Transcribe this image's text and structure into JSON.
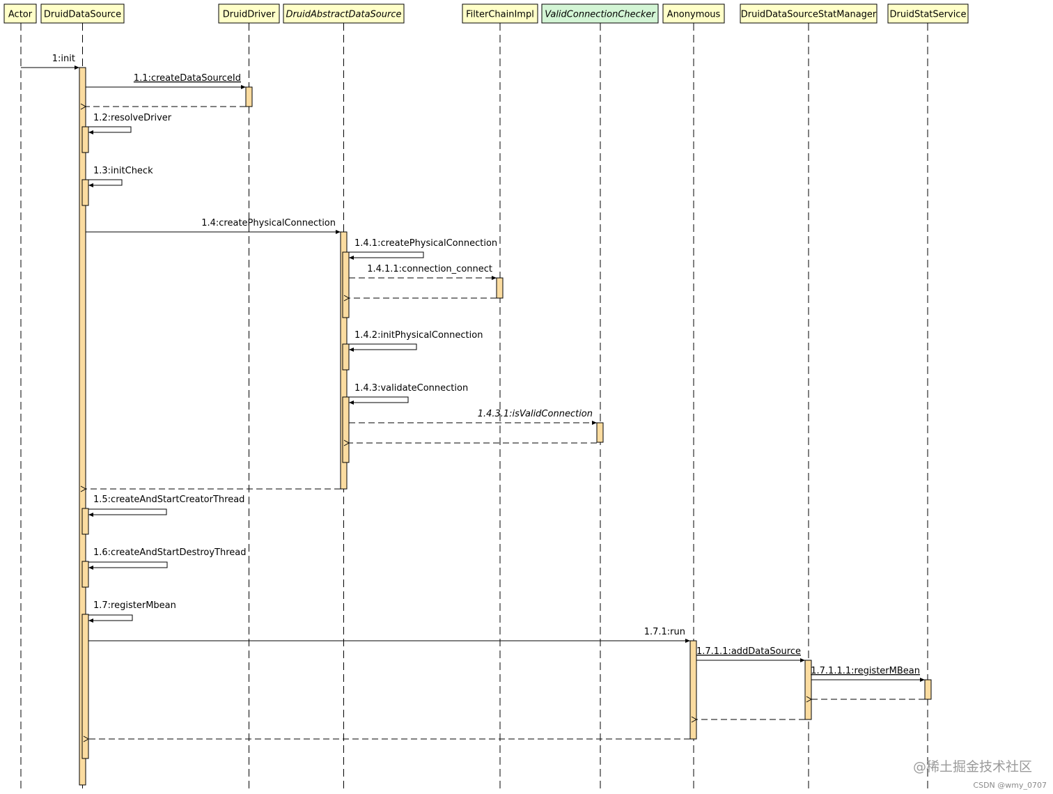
{
  "diagram_type": "UML sequence diagram",
  "colors": {
    "header_fill": "#ffffc8",
    "header_highlight_fill": "#d3f5d5",
    "activation_fill": "#fbdca0",
    "line": "#000000"
  },
  "participants": [
    {
      "id": "actor",
      "label": "Actor"
    },
    {
      "id": "druid-data-source",
      "label": "DruidDataSource"
    },
    {
      "id": "druid-driver",
      "label": "DruidDriver"
    },
    {
      "id": "druid-abstract-data-source",
      "label": "DruidAbstractDataSource",
      "italic": true
    },
    {
      "id": "filter-chain-impl",
      "label": "FilterChainImpl"
    },
    {
      "id": "valid-connection-checker",
      "label": "ValidConnectionChecker",
      "italic": true,
      "highlight": true
    },
    {
      "id": "anonymous",
      "label": "Anonymous"
    },
    {
      "id": "druid-data-source-stat-manager",
      "label": "DruidDataSourceStatManager"
    },
    {
      "id": "druid-stat-service",
      "label": "DruidStatService"
    }
  ],
  "messages": [
    {
      "label": "1:init",
      "from": "actor",
      "to": "druid-data-source"
    },
    {
      "label": "1.1:createDataSourceId",
      "from": "druid-data-source",
      "to": "druid-driver",
      "underline": true
    },
    {
      "label": "",
      "from": "druid-driver",
      "to": "druid-data-source",
      "kind": "return"
    },
    {
      "label": "1.2:resolveDriver",
      "from": "druid-data-source",
      "to": "druid-data-source",
      "kind": "self"
    },
    {
      "label": "1.3:initCheck",
      "from": "druid-data-source",
      "to": "druid-data-source",
      "kind": "self"
    },
    {
      "label": "1.4:createPhysicalConnection",
      "from": "druid-data-source",
      "to": "druid-abstract-data-source"
    },
    {
      "label": "1.4.1:createPhysicalConnection",
      "from": "druid-abstract-data-source",
      "to": "druid-abstract-data-source",
      "kind": "self"
    },
    {
      "label": "1.4.1.1:connection_connect",
      "from": "druid-abstract-data-source",
      "to": "filter-chain-impl",
      "kind": "async"
    },
    {
      "label": "",
      "from": "filter-chain-impl",
      "to": "druid-abstract-data-source",
      "kind": "return"
    },
    {
      "label": "1.4.2:initPhysicalConnection",
      "from": "druid-abstract-data-source",
      "to": "druid-abstract-data-source",
      "kind": "self"
    },
    {
      "label": "1.4.3:validateConnection",
      "from": "druid-abstract-data-source",
      "to": "druid-abstract-data-source",
      "kind": "self"
    },
    {
      "label": "1.4.3.1:isValidConnection",
      "from": "druid-abstract-data-source",
      "to": "valid-connection-checker",
      "kind": "async",
      "italic": true
    },
    {
      "label": "",
      "from": "valid-connection-checker",
      "to": "druid-abstract-data-source",
      "kind": "return"
    },
    {
      "label": "",
      "from": "druid-abstract-data-source",
      "to": "druid-data-source",
      "kind": "return"
    },
    {
      "label": "1.5:createAndStartCreatorThread",
      "from": "druid-data-source",
      "to": "druid-data-source",
      "kind": "self"
    },
    {
      "label": "1.6:createAndStartDestroyThread",
      "from": "druid-data-source",
      "to": "druid-data-source",
      "kind": "self"
    },
    {
      "label": "1.7:registerMbean",
      "from": "druid-data-source",
      "to": "druid-data-source",
      "kind": "self"
    },
    {
      "label": "1.7.1:run",
      "from": "druid-data-source",
      "to": "anonymous"
    },
    {
      "label": "1.7.1.1:addDataSource",
      "from": "anonymous",
      "to": "druid-data-source-stat-manager",
      "underline": true
    },
    {
      "label": "1.7.1.1.1:registerMBean",
      "from": "druid-data-source-stat-manager",
      "to": "druid-stat-service",
      "underline": true
    },
    {
      "label": "",
      "from": "druid-stat-service",
      "to": "druid-data-source-stat-manager",
      "kind": "return"
    },
    {
      "label": "",
      "from": "druid-data-source-stat-manager",
      "to": "anonymous",
      "kind": "return"
    },
    {
      "label": "",
      "from": "anonymous",
      "to": "druid-data-source",
      "kind": "return"
    }
  ],
  "watermark": {
    "site": "@稀土掘金技术社区",
    "credit": "CSDN @wmy_0707"
  }
}
